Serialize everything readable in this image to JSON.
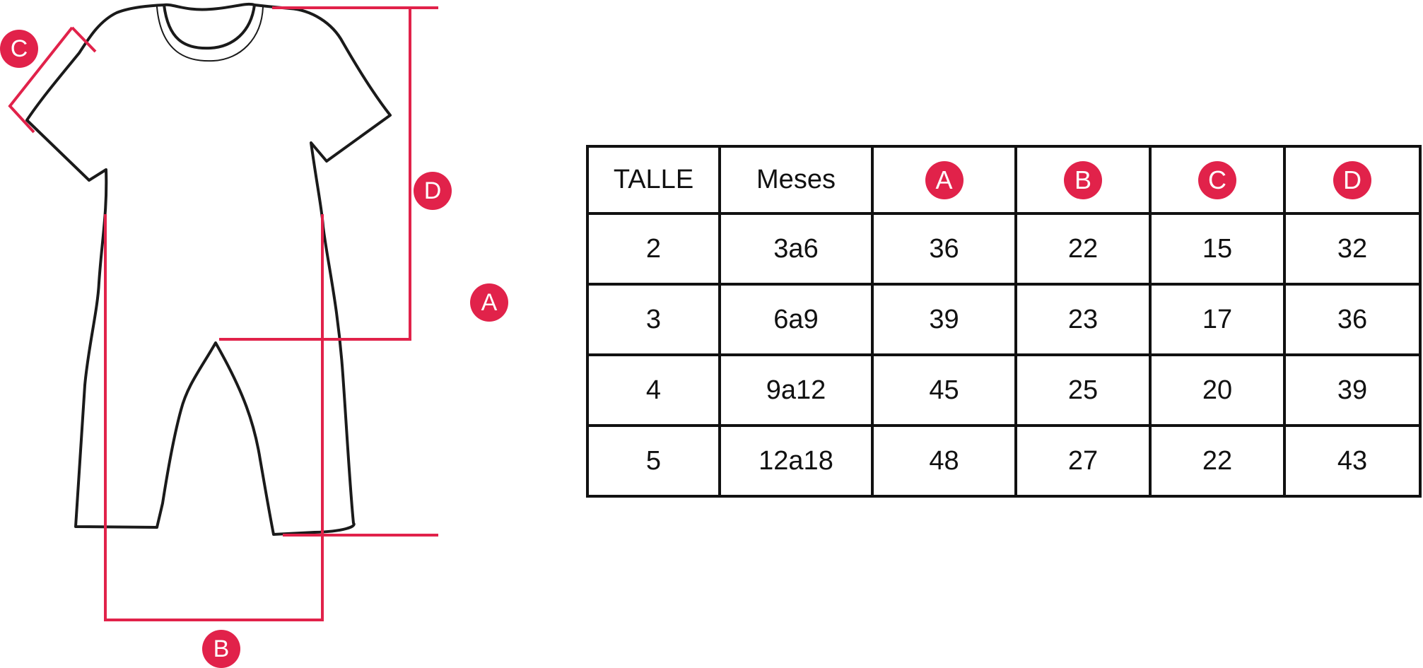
{
  "colors": {
    "accent": "#e1224a",
    "ink": "#1a1a1a"
  },
  "figure": {
    "markers": {
      "A": "A",
      "B": "B",
      "C": "C",
      "D": "D"
    }
  },
  "table": {
    "headers": [
      "TALLE",
      "Meses",
      "A",
      "B",
      "C",
      "D"
    ],
    "rows": [
      [
        "2",
        "3a6",
        "36",
        "22",
        "15",
        "32"
      ],
      [
        "3",
        "6a9",
        "39",
        "23",
        "17",
        "36"
      ],
      [
        "4",
        "9a12",
        "45",
        "25",
        "20",
        "39"
      ],
      [
        "5",
        "12a18",
        "48",
        "27",
        "22",
        "43"
      ]
    ]
  }
}
